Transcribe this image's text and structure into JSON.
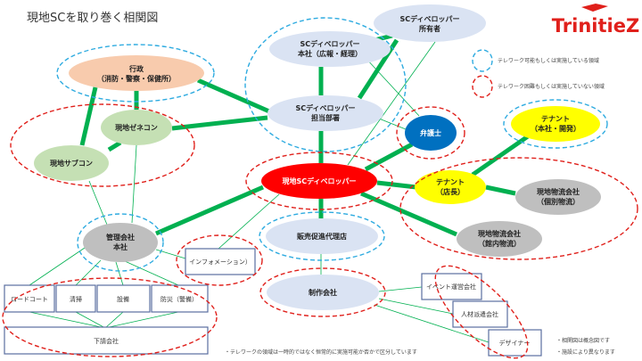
{
  "title": "現地SCを取り巻く相関図",
  "logo": "TrinitieZ",
  "legend": {
    "telework_possible": "テレワーク可能もしくは実施している領域",
    "telework_difficult": "テレワーク困難もしくは実施していない領域"
  },
  "nodes": {
    "gyosei": [
      "行政",
      "（消防・警察・保健所）"
    ],
    "zenecon": "現地ゼネコン",
    "subcon": "現地サブコン",
    "dev_hq": [
      "SCディベロッパー",
      "本社（広報・経理）"
    ],
    "dev_owner": [
      "SCディベロッパー",
      "所有者"
    ],
    "dev_dept": [
      "SCディベロッパー",
      "担当部署"
    ],
    "lawyer": "弁護士",
    "local_dev": "現地SCディベロッパー",
    "tenant_hq": [
      "テナント",
      "（本社・開発）"
    ],
    "tenant_mgr": [
      "テナント",
      "（店長）"
    ],
    "logi_individual": [
      "現地物流会社",
      "（個別物流）"
    ],
    "logi_inhouse": [
      "現地物流会社",
      "（館内物流）"
    ],
    "promo_agency": "販売促進代理店",
    "production": "制作会社",
    "mgmt_hq": [
      "管理会社",
      "本社"
    ],
    "information": "インフォメーション）"
  },
  "boxes": {
    "services": [
      "ロードコート",
      "清掃",
      "設備",
      "防災（警備）"
    ],
    "subcontractor": "下請会社",
    "production_partners": [
      "イベント運営会社",
      "人材派遣会社",
      "デザイナー"
    ]
  },
  "notes": {
    "bottom": "・テレワークの領域は一時的ではなく恒常的に実施可能か否かで区分しています",
    "concept": "・相関図は概念図です",
    "varies": "・施設により異なります"
  },
  "colors": {
    "line": "#00b050",
    "possible": "#2eabe0",
    "difficult": "#e0201b",
    "gyosei": "#f8cbad",
    "contractor": "#c5e0b4",
    "developer": "#dae3f3",
    "lawyer": "#0070c0",
    "local_dev": "#ff0000",
    "tenant": "#ffff00",
    "gray": "#bfbfbf"
  }
}
